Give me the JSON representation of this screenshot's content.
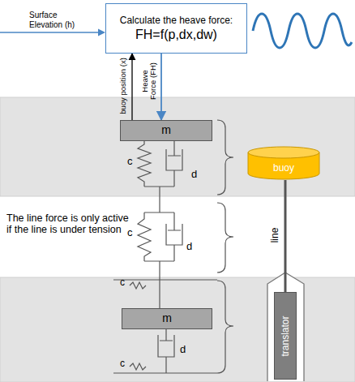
{
  "diagram": {
    "nodes": [
      {
        "text": [
          "Calculate the heave force:",
          "FH=f(p,dx,dw)"
        ]
      },
      {
        "text": [
          "m"
        ]
      },
      {
        "text": [
          "buoy"
        ]
      },
      {
        "text": [
          "m"
        ]
      },
      {
        "text": [
          "translator"
        ]
      }
    ],
    "edges": [
      {
        "from": 1,
        "to": 0,
        "arrow": "to",
        "label": "buoy position (x)"
      },
      {
        "from": 0,
        "to": 1,
        "arrow": "to",
        "label": "Heave Force (FH)"
      },
      {
        "from": 2,
        "to": 4,
        "arrow": "none"
      }
    ],
    "labels": [
      "Surface Elevation (h)",
      "c",
      "d",
      "The line force is only active if the line is under tension",
      "c",
      "d",
      "line",
      "c",
      "c",
      "d"
    ]
  }
}
